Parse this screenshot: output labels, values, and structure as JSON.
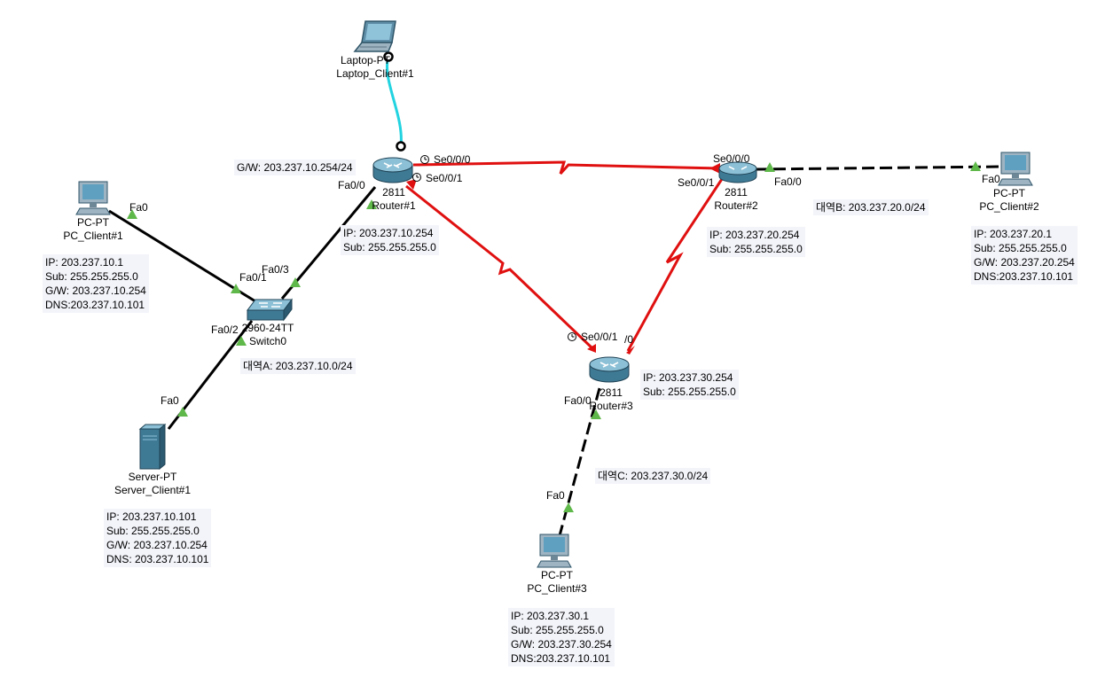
{
  "colors": {
    "serial": "#e01010",
    "copper": "#000000",
    "wireless": "#22d3e0",
    "port_up": "#5fb84a"
  },
  "devices": {
    "laptop": {
      "model": "Laptop-PT",
      "name": "Laptop_Client#1"
    },
    "router1": {
      "model": "2811",
      "name": "Router#1"
    },
    "router2": {
      "model": "2811",
      "name": "Router#2"
    },
    "router3": {
      "model": "2811",
      "name": "Router#3"
    },
    "switch0": {
      "model": "2960-24TT",
      "name": "Switch0"
    },
    "pc1": {
      "model": "PC-PT",
      "name": "PC_Client#1"
    },
    "pc2": {
      "model": "PC-PT",
      "name": "PC_Client#2"
    },
    "pc3": {
      "model": "PC-PT",
      "name": "PC_Client#3"
    },
    "server1": {
      "model": "Server-PT",
      "name": "Server_Client#1"
    }
  },
  "ports": {
    "r1_se000": "Se0/0/0",
    "r1_se001": "Se0/0/1",
    "r1_fa00": "Fa0/0",
    "r2_se000": "Se0/0/0",
    "r2_se001": "Se0/0/1",
    "r2_fa00": "Fa0/0",
    "r3_se001": "Se0/0/1",
    "r3_se000_frag": "/0",
    "r3_fa00": "Fa0/0",
    "sw_fa01": "Fa0/1",
    "sw_fa03": "Fa0/3",
    "sw_fa02": "Fa0/2",
    "pc1_fa0": "Fa0",
    "pc2_fa0": "Fa0",
    "pc3_fa0": "Fa0",
    "server_fa0": "Fa0"
  },
  "notes": {
    "r1_gw": "G/W: 203.237.10.254/24",
    "r1_ip": [
      "IP: 203.237.10.254",
      "Sub: 255.255.255.0"
    ],
    "r2_ip": [
      "IP: 203.237.20.254",
      "Sub: 255.255.255.0"
    ],
    "r3_ip": [
      "IP: 203.237.30.254",
      "Sub: 255.255.255.0"
    ],
    "pc1": [
      "IP: 203.237.10.1",
      "Sub: 255.255.255.0",
      "G/W: 203.237.10.254",
      "DNS:203.237.10.101"
    ],
    "pc2": [
      "IP: 203.237.20.1",
      "Sub: 255.255.255.0",
      "G/W: 203.237.20.254",
      "DNS:203.237.10.101"
    ],
    "pc3": [
      "IP: 203.237.30.1",
      "Sub: 255.255.255.0",
      "G/W: 203.237.30.254",
      "DNS:203.237.10.101"
    ],
    "server": [
      "IP: 203.237.10.101",
      "Sub: 255.255.255.0",
      "G/W: 203.237.10.254",
      "DNS: 203.237.10.101"
    ],
    "zone_a": "대역A: 203.237.10.0/24",
    "zone_b": "대역B: 203.237.20.0/24",
    "zone_c": "대역C: 203.237.30.0/24"
  }
}
